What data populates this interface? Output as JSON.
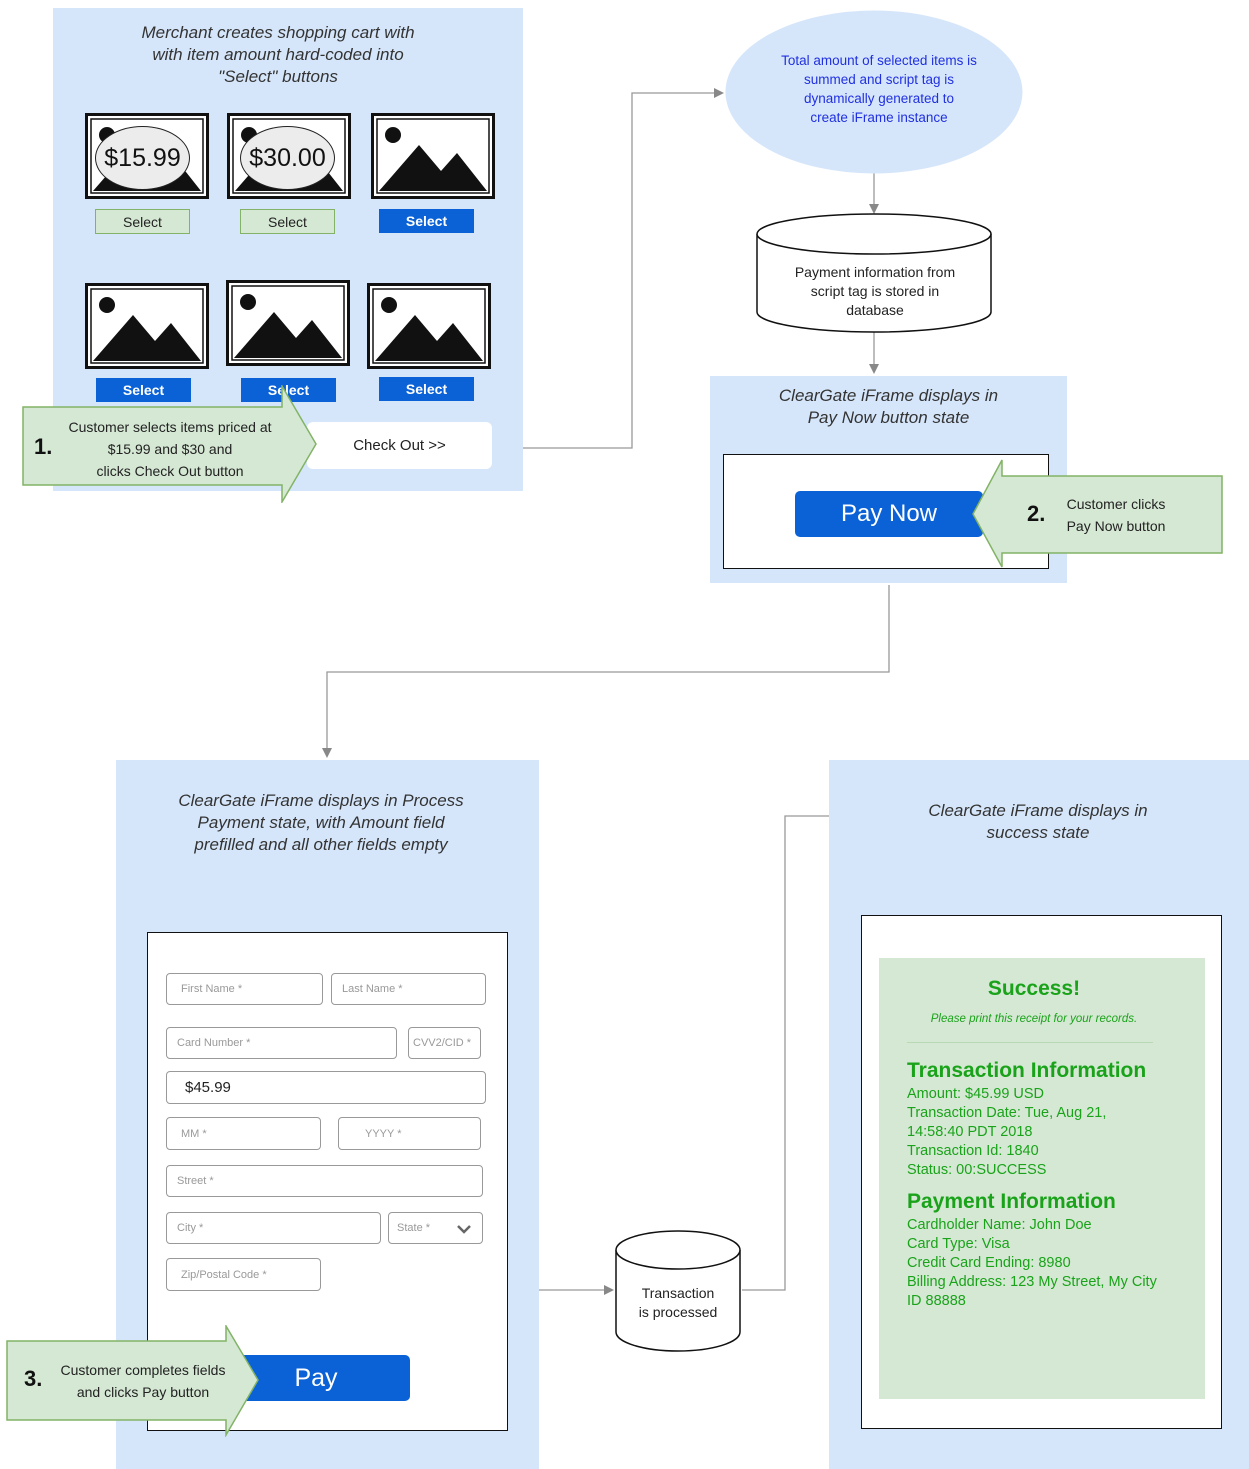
{
  "panel1": {
    "title": [
      "Merchant creates shopping cart with",
      "with item amount hard-coded into",
      "\"Select\" buttons"
    ],
    "prices": [
      "$15.99",
      "$30.00"
    ],
    "select_label": "Select",
    "checkout_label": "Check Out >>"
  },
  "step1": {
    "number": "1.",
    "lines": [
      "Customer selects items priced at",
      "$15.99 and $30 and",
      "clicks Check Out button"
    ]
  },
  "ellipse": {
    "lines": [
      "Total amount of selected items is",
      "summed and script tag is",
      "dynamically generated to",
      "create iFrame instance"
    ]
  },
  "database1": {
    "lines": [
      "Payment information from",
      "script tag is stored in",
      "database"
    ]
  },
  "panel2": {
    "title": [
      "ClearGate iFrame displays in",
      "Pay Now button state"
    ],
    "pay_now_label": "Pay Now"
  },
  "step2": {
    "number": "2.",
    "lines": [
      "Customer clicks",
      "Pay Now button"
    ]
  },
  "panel3": {
    "title": [
      "ClearGate iFrame displays in Process",
      "Payment state, with Amount field",
      "prefilled and all other fields empty"
    ],
    "fields": {
      "first_name": "First Name *",
      "last_name": "Last Name *",
      "card_number": "Card Number *",
      "cvv": "CVV2/CID *",
      "amount": "$45.99",
      "mm": "MM *",
      "yyyy": "YYYY *",
      "street": "Street *",
      "city": "City *",
      "state": "State *",
      "zip": "Zip/Postal Code *"
    },
    "pay_label": "Pay"
  },
  "step3": {
    "number": "3.",
    "lines": [
      "Customer completes fields",
      "and clicks Pay button"
    ]
  },
  "database2": {
    "lines": [
      "Transaction",
      "is processed"
    ]
  },
  "panel4": {
    "title": [
      "ClearGate iFrame displays in",
      "success state"
    ],
    "success_heading": "Success!",
    "success_note": "Please print this receipt for your records.",
    "transaction_heading": "Transaction Information",
    "transaction_lines": [
      "Amount: $45.99 USD",
      "Transaction Date: Tue, Aug 21,",
      "14:58:40 PDT 2018",
      "Transaction Id: 1840",
      "Status: 00:SUCCESS"
    ],
    "payment_heading": "Payment Information",
    "payment_lines": [
      "Cardholder Name: John Doe",
      "Card Type: Visa",
      "Credit Card Ending: 8980",
      "Billing Address: 123 My Street, My City",
      "ID 88888"
    ]
  },
  "colors": {
    "panel_bg": "#d6e6fa",
    "callout_fill": "#d5e8d4",
    "callout_border": "#82b366",
    "button_blue": "#0b62d6",
    "success_green": "#1aa31a",
    "ellipse_text": "#2030e0"
  }
}
